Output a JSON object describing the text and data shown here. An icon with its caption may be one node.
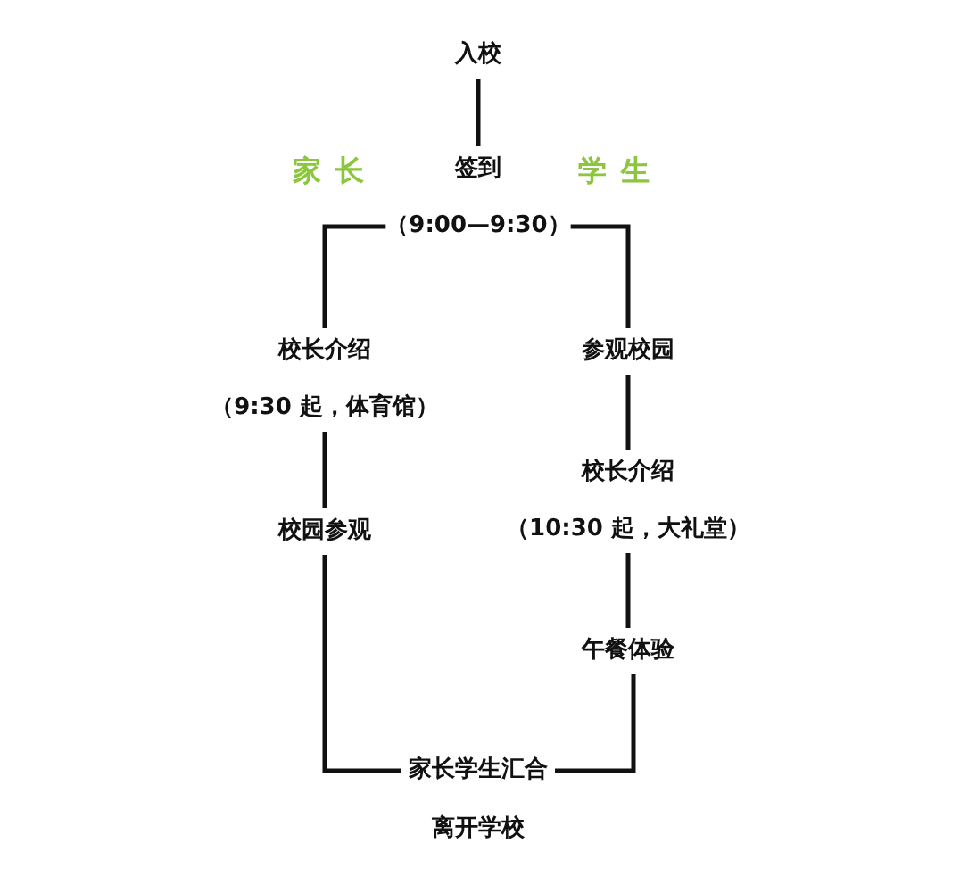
{
  "diagram": {
    "nodes": [
      {
        "text": [
          "入校"
        ]
      },
      {
        "text": [
          "签到",
          "（9:00—9:30）"
        ]
      },
      {
        "text": [
          "校长介绍",
          "（9:30 起，体育馆）"
        ]
      },
      {
        "text": [
          "参观校园"
        ]
      },
      {
        "text": [
          "校园参观"
        ]
      },
      {
        "text": [
          "校长介绍",
          "（10:30 起，大礼堂）"
        ]
      },
      {
        "text": [
          "午餐体验"
        ]
      },
      {
        "text": [
          "家长学生汇合"
        ]
      }
    ],
    "edges": [
      {
        "from": 0,
        "to": 1,
        "arrow": "none"
      },
      {
        "from": 1,
        "to": 2,
        "arrow": "none"
      },
      {
        "from": 1,
        "to": 3,
        "arrow": "none"
      },
      {
        "from": 2,
        "to": 4,
        "arrow": "none"
      },
      {
        "from": 3,
        "to": 5,
        "arrow": "none"
      },
      {
        "from": 5,
        "to": 6,
        "arrow": "none"
      },
      {
        "from": 4,
        "to": 7,
        "arrow": "none"
      },
      {
        "from": 6,
        "to": 7,
        "arrow": "none"
      }
    ],
    "labels": [
      "家长",
      "学生",
      "离开学校"
    ]
  }
}
